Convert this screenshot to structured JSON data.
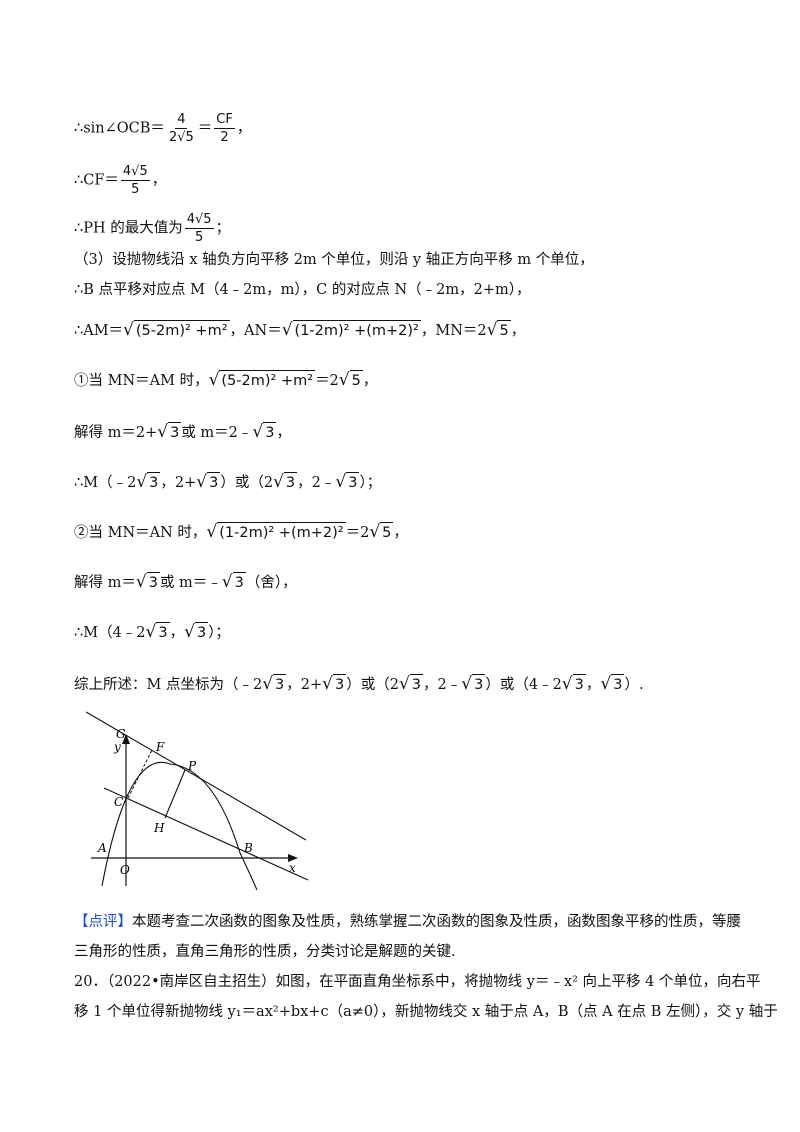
{
  "lines": {
    "l1": "∴sin∠OCB＝",
    "l1_end": "，",
    "l2": "∴CF＝",
    "l2_end": "，",
    "l3": "∴PH 的最大值为",
    "l3_end": "；",
    "l4": "（3）设抛物线沿 x 轴负方向平移 2m 个单位，则沿 y 轴正方向平移 m 个单位，",
    "l5": "∴B 点平移对应点 M（4﹣2m，m），C 的对应点 N（﹣2m，2+m），",
    "l6a": "∴AM＝",
    "l6b": "，AN＝",
    "l6c": "，MN＝2",
    "l6d": "，",
    "l7a": "①当 MN＝AM 时，",
    "l7b": "＝2",
    "l7c": "，",
    "l8a": "解得 m＝2+",
    "l8b": "或 m＝2﹣",
    "l8c": "，",
    "l9a": "∴M（﹣2",
    "l9b": "，2+",
    "l9c": "）或（2",
    "l9d": "，2﹣",
    "l9e": "）；",
    "l10a": "②当 MN＝AN 时，",
    "l10b": "＝2",
    "l10c": "，",
    "l11a": "解得 m＝",
    "l11b": "或 m＝﹣",
    "l11c": "（舍），",
    "l12a": "∴M（4﹣2",
    "l12b": "，",
    "l12c": "）；",
    "l13a": "综上所述：M 点坐标为（﹣2",
    "l13b": "，2+",
    "l13c": "）或（2",
    "l13d": "，2﹣",
    "l13e": "）或（4﹣2",
    "l13f": "，",
    "l13g": "）."
  },
  "math": {
    "frac_4_2r5_num": "4",
    "frac_4_2r5_den": "2√5",
    "frac_cf2_num": "CF",
    "frac_cf2_den": "2",
    "frac_4r5_5_num": "4√5",
    "frac_4r5_5_den": "5",
    "eq": "＝",
    "r5": "5",
    "r3": "3",
    "am_rad": "(5-2m)² +m²",
    "an_rad": "(1-2m)² +(m+2)²"
  },
  "figure": {
    "labels": {
      "G": "G",
      "y": "y",
      "F": "F",
      "P": "P",
      "C": "C",
      "H": "H",
      "A": "A",
      "O": "O",
      "B": "B",
      "x": "x"
    }
  },
  "comment": {
    "tag": "【点评】",
    "text1": "本题考查二次函数的图象及性质，熟练掌握二次函数的图象及性质，函数图象平移的性质，等腰",
    "text2": "三角形的性质，直角三角形的性质，分类讨论是解题的关键."
  },
  "problem20": {
    "line1": "20．（2022•南岸区自主招生）如图，在平面直角坐标系中，将抛物线 y＝﹣x² 向上平移 4 个单位，向右平",
    "line2": "移 1 个单位得新抛物线 y₁＝ax²+bx+c（a≠0），新抛物线交 x 轴于点 A，B（点 A 在点 B 左侧），交 y 轴于"
  }
}
